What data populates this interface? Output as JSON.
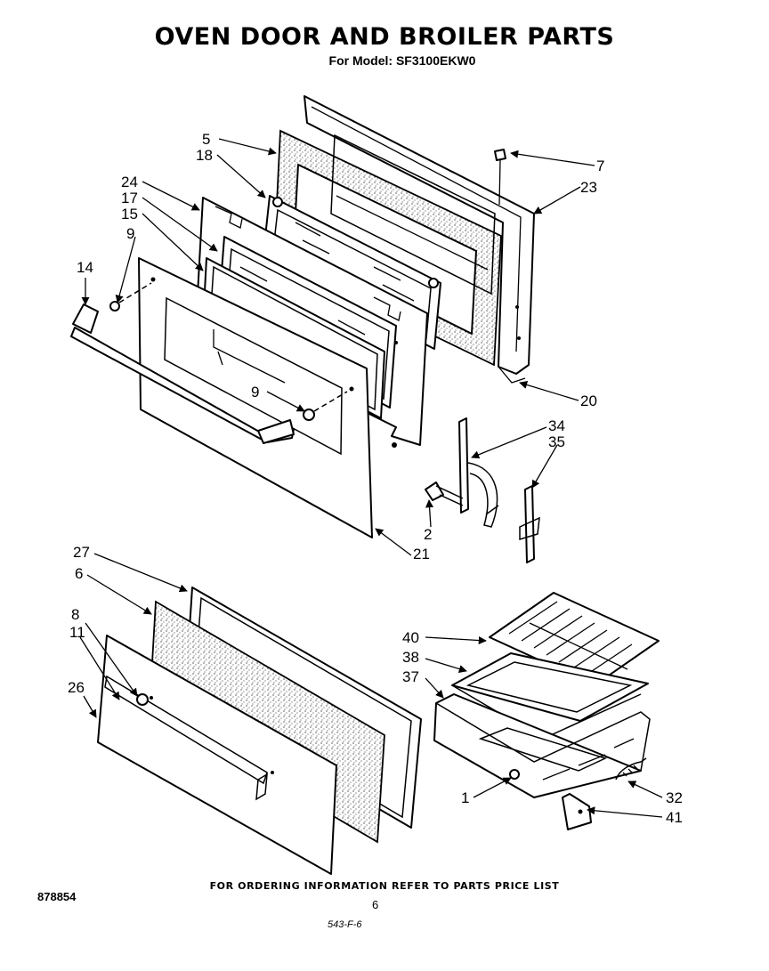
{
  "header": {
    "title": "OVEN DOOR AND BROILER PARTS",
    "subtitle": "For Model: SF3100EKW0"
  },
  "callouts": {
    "c5": "5",
    "c18": "18",
    "c24": "24",
    "c17": "17",
    "c15": "15",
    "c9a": "9",
    "c14": "14",
    "c7": "7",
    "c23": "23",
    "c9b": "9",
    "c20": "20",
    "c34": "34",
    "c35": "35",
    "c2": "2",
    "c21": "21",
    "c27": "27",
    "c6": "6",
    "c8": "8",
    "c11": "11",
    "c26": "26",
    "c40": "40",
    "c38": "38",
    "c37": "37",
    "c1": "1",
    "c32": "32",
    "c41": "41"
  },
  "footer": {
    "ordering_note": "FOR ORDERING INFORMATION REFER TO PARTS PRICE LIST",
    "part_number": "878854",
    "page_number": "6",
    "code": "543-F-6"
  }
}
